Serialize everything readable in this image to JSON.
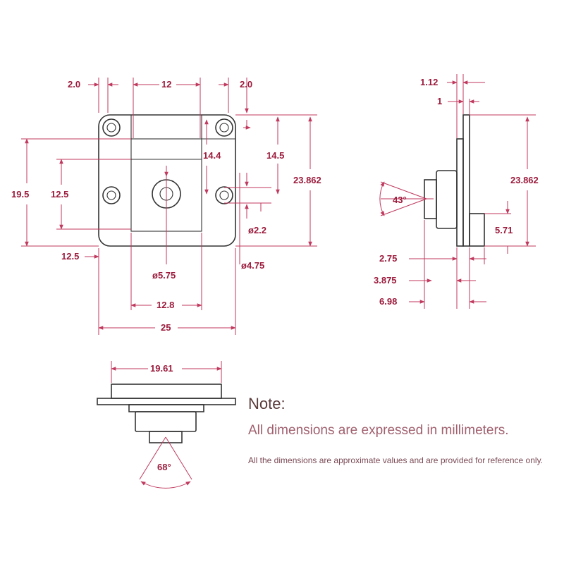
{
  "front_view": {
    "dim_left_margin": "2.0",
    "dim_hole_spacing": "12",
    "dim_right_margin": "2.0",
    "dim_inner_h": "14.4",
    "dim_outer_h": "14.5",
    "dim_total_h": "23.862",
    "dim_side_h": "19.5",
    "dim_inner_left_h": "12.5",
    "dim_hole_small": "ø2.2",
    "dim_offset": "12.5",
    "dim_center_dia": "ø5.75",
    "dim_hole_large": "ø4.75",
    "dim_inner_w": "12.8",
    "dim_total_w": "25"
  },
  "side_view": {
    "dim_thickness_a": "1.12",
    "dim_thickness_b": "1",
    "dim_total_h": "23.862",
    "dim_angle": "43°",
    "dim_tab_h": "5.71",
    "dim_depth_a": "2.75",
    "dim_depth_b": "3.875",
    "dim_depth_c": "6.98"
  },
  "bottom_view": {
    "dim_width": "19.61",
    "dim_angle": "68°"
  },
  "note": {
    "title": "Note:",
    "main": "All dimensions are expressed in millimeters.",
    "sub": "All the dimensions are approximate values and are provided for reference only."
  }
}
